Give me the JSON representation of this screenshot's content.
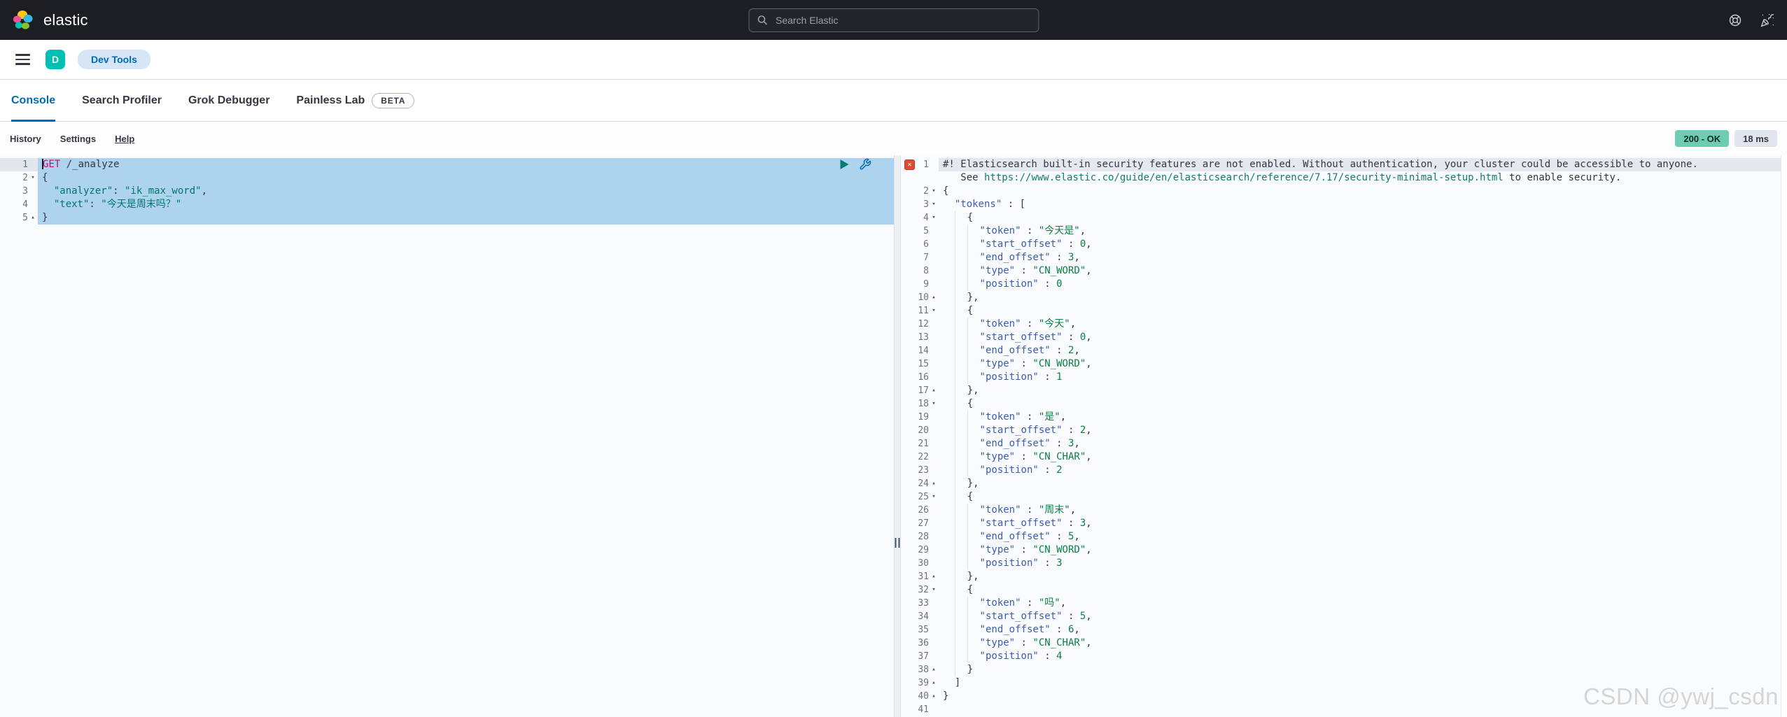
{
  "topbar": {
    "brand": "elastic",
    "search_placeholder": "Search Elastic"
  },
  "breadcrumbs": {
    "space_initial": "D",
    "items": [
      "Dev Tools"
    ]
  },
  "tabs": [
    {
      "label": "Console",
      "active": true
    },
    {
      "label": "Search Profiler",
      "active": false
    },
    {
      "label": "Grok Debugger",
      "active": false
    },
    {
      "label": "Painless Lab",
      "active": false,
      "badge": "BETA"
    }
  ],
  "console_menu": [
    "History",
    "Settings",
    "Help"
  ],
  "status": {
    "code": "200 - OK",
    "time": "18 ms"
  },
  "colors": {
    "accent": "#006bb4",
    "success_badge": "#6dccb1",
    "request_marker": "#aed3ee",
    "method": "#c80a68",
    "json_key": "#3a5dae",
    "json_string": "#0b8043",
    "space_avatar": "#00bfb3"
  },
  "request_editor": {
    "lines": [
      {
        "n": 1,
        "ga": true,
        "hl": true,
        "cur": true,
        "s": [
          [
            "m",
            "GET"
          ],
          [
            "p",
            " /_analyze"
          ]
        ]
      },
      {
        "n": 2,
        "f": "d",
        "hl": true,
        "s": [
          [
            "p",
            "{"
          ]
        ]
      },
      {
        "n": 3,
        "hl": true,
        "i": 2,
        "s": [
          [
            "s",
            "\"analyzer\""
          ],
          [
            "p",
            ": "
          ],
          [
            "s",
            "\"ik_max_word\""
          ],
          [
            "p",
            ","
          ]
        ]
      },
      {
        "n": 4,
        "hl": true,
        "i": 2,
        "s": [
          [
            "s",
            "\"text\""
          ],
          [
            "p",
            ": "
          ],
          [
            "s",
            "\"今天是周末吗？\""
          ]
        ]
      },
      {
        "n": 5,
        "f": "u",
        "hl": true,
        "s": [
          [
            "p",
            "}"
          ]
        ]
      }
    ]
  },
  "response_editor": {
    "lines": [
      {
        "n": 1,
        "hl2": true,
        "err": true,
        "s": [
          [
            "w",
            "#! Elasticsearch built-in security features are not enabled. Without authentication, your cluster could be accessible to anyone."
          ]
        ]
      },
      {
        "s": [
          [
            "w",
            "   See "
          ],
          [
            "u",
            "https://www.elastic.co/guide/en/elasticsearch/reference/7.17/security-minimal-setup.html"
          ],
          [
            "w",
            " to enable security."
          ]
        ]
      },
      {
        "n": 2,
        "f": "d",
        "s": [
          [
            "p",
            "{"
          ]
        ]
      },
      {
        "n": 3,
        "f": "d",
        "i": 2,
        "s": [
          [
            "k",
            "\"tokens\""
          ],
          [
            "p",
            " : ["
          ]
        ]
      },
      {
        "n": 4,
        "f": "d",
        "i": 4,
        "s": [
          [
            "p",
            "{"
          ]
        ]
      },
      {
        "n": 5,
        "i": 6,
        "s": [
          [
            "k",
            "\"token\""
          ],
          [
            "p",
            " : "
          ],
          [
            "v",
            "\"今天是\""
          ],
          [
            "p",
            ","
          ]
        ]
      },
      {
        "n": 6,
        "i": 6,
        "s": [
          [
            "k",
            "\"start_offset\""
          ],
          [
            "p",
            " : "
          ],
          [
            "d",
            "0"
          ],
          [
            "p",
            ","
          ]
        ]
      },
      {
        "n": 7,
        "i": 6,
        "s": [
          [
            "k",
            "\"end_offset\""
          ],
          [
            "p",
            " : "
          ],
          [
            "d",
            "3"
          ],
          [
            "p",
            ","
          ]
        ]
      },
      {
        "n": 8,
        "i": 6,
        "s": [
          [
            "k",
            "\"type\""
          ],
          [
            "p",
            " : "
          ],
          [
            "v",
            "\"CN_WORD\""
          ],
          [
            "p",
            ","
          ]
        ]
      },
      {
        "n": 9,
        "i": 6,
        "s": [
          [
            "k",
            "\"position\""
          ],
          [
            "p",
            " : "
          ],
          [
            "d",
            "0"
          ]
        ]
      },
      {
        "n": 10,
        "f": "u",
        "i": 4,
        "s": [
          [
            "p",
            "},"
          ]
        ]
      },
      {
        "n": 11,
        "f": "d",
        "i": 4,
        "s": [
          [
            "p",
            "{"
          ]
        ]
      },
      {
        "n": 12,
        "i": 6,
        "s": [
          [
            "k",
            "\"token\""
          ],
          [
            "p",
            " : "
          ],
          [
            "v",
            "\"今天\""
          ],
          [
            "p",
            ","
          ]
        ]
      },
      {
        "n": 13,
        "i": 6,
        "s": [
          [
            "k",
            "\"start_offset\""
          ],
          [
            "p",
            " : "
          ],
          [
            "d",
            "0"
          ],
          [
            "p",
            ","
          ]
        ]
      },
      {
        "n": 14,
        "i": 6,
        "s": [
          [
            "k",
            "\"end_offset\""
          ],
          [
            "p",
            " : "
          ],
          [
            "d",
            "2"
          ],
          [
            "p",
            ","
          ]
        ]
      },
      {
        "n": 15,
        "i": 6,
        "s": [
          [
            "k",
            "\"type\""
          ],
          [
            "p",
            " : "
          ],
          [
            "v",
            "\"CN_WORD\""
          ],
          [
            "p",
            ","
          ]
        ]
      },
      {
        "n": 16,
        "i": 6,
        "s": [
          [
            "k",
            "\"position\""
          ],
          [
            "p",
            " : "
          ],
          [
            "d",
            "1"
          ]
        ]
      },
      {
        "n": 17,
        "f": "u",
        "i": 4,
        "s": [
          [
            "p",
            "},"
          ]
        ]
      },
      {
        "n": 18,
        "f": "d",
        "i": 4,
        "s": [
          [
            "p",
            "{"
          ]
        ]
      },
      {
        "n": 19,
        "i": 6,
        "s": [
          [
            "k",
            "\"token\""
          ],
          [
            "p",
            " : "
          ],
          [
            "v",
            "\"是\""
          ],
          [
            "p",
            ","
          ]
        ]
      },
      {
        "n": 20,
        "i": 6,
        "s": [
          [
            "k",
            "\"start_offset\""
          ],
          [
            "p",
            " : "
          ],
          [
            "d",
            "2"
          ],
          [
            "p",
            ","
          ]
        ]
      },
      {
        "n": 21,
        "i": 6,
        "s": [
          [
            "k",
            "\"end_offset\""
          ],
          [
            "p",
            " : "
          ],
          [
            "d",
            "3"
          ],
          [
            "p",
            ","
          ]
        ]
      },
      {
        "n": 22,
        "i": 6,
        "s": [
          [
            "k",
            "\"type\""
          ],
          [
            "p",
            " : "
          ],
          [
            "v",
            "\"CN_CHAR\""
          ],
          [
            "p",
            ","
          ]
        ]
      },
      {
        "n": 23,
        "i": 6,
        "s": [
          [
            "k",
            "\"position\""
          ],
          [
            "p",
            " : "
          ],
          [
            "d",
            "2"
          ]
        ]
      },
      {
        "n": 24,
        "f": "u",
        "i": 4,
        "s": [
          [
            "p",
            "},"
          ]
        ]
      },
      {
        "n": 25,
        "f": "d",
        "i": 4,
        "s": [
          [
            "p",
            "{"
          ]
        ]
      },
      {
        "n": 26,
        "i": 6,
        "s": [
          [
            "k",
            "\"token\""
          ],
          [
            "p",
            " : "
          ],
          [
            "v",
            "\"周末\""
          ],
          [
            "p",
            ","
          ]
        ]
      },
      {
        "n": 27,
        "i": 6,
        "s": [
          [
            "k",
            "\"start_offset\""
          ],
          [
            "p",
            " : "
          ],
          [
            "d",
            "3"
          ],
          [
            "p",
            ","
          ]
        ]
      },
      {
        "n": 28,
        "i": 6,
        "s": [
          [
            "k",
            "\"end_offset\""
          ],
          [
            "p",
            " : "
          ],
          [
            "d",
            "5"
          ],
          [
            "p",
            ","
          ]
        ]
      },
      {
        "n": 29,
        "i": 6,
        "s": [
          [
            "k",
            "\"type\""
          ],
          [
            "p",
            " : "
          ],
          [
            "v",
            "\"CN_WORD\""
          ],
          [
            "p",
            ","
          ]
        ]
      },
      {
        "n": 30,
        "i": 6,
        "s": [
          [
            "k",
            "\"position\""
          ],
          [
            "p",
            " : "
          ],
          [
            "d",
            "3"
          ]
        ]
      },
      {
        "n": 31,
        "f": "u",
        "i": 4,
        "s": [
          [
            "p",
            "},"
          ]
        ]
      },
      {
        "n": 32,
        "f": "d",
        "i": 4,
        "s": [
          [
            "p",
            "{"
          ]
        ]
      },
      {
        "n": 33,
        "i": 6,
        "s": [
          [
            "k",
            "\"token\""
          ],
          [
            "p",
            " : "
          ],
          [
            "v",
            "\"吗\""
          ],
          [
            "p",
            ","
          ]
        ]
      },
      {
        "n": 34,
        "i": 6,
        "s": [
          [
            "k",
            "\"start_offset\""
          ],
          [
            "p",
            " : "
          ],
          [
            "d",
            "5"
          ],
          [
            "p",
            ","
          ]
        ]
      },
      {
        "n": 35,
        "i": 6,
        "s": [
          [
            "k",
            "\"end_offset\""
          ],
          [
            "p",
            " : "
          ],
          [
            "d",
            "6"
          ],
          [
            "p",
            ","
          ]
        ]
      },
      {
        "n": 36,
        "i": 6,
        "s": [
          [
            "k",
            "\"type\""
          ],
          [
            "p",
            " : "
          ],
          [
            "v",
            "\"CN_CHAR\""
          ],
          [
            "p",
            ","
          ]
        ]
      },
      {
        "n": 37,
        "i": 6,
        "s": [
          [
            "k",
            "\"position\""
          ],
          [
            "p",
            " : "
          ],
          [
            "d",
            "4"
          ]
        ]
      },
      {
        "n": 38,
        "f": "u",
        "i": 4,
        "s": [
          [
            "p",
            "}"
          ]
        ]
      },
      {
        "n": 39,
        "f": "u",
        "i": 2,
        "s": [
          [
            "p",
            "]"
          ]
        ]
      },
      {
        "n": 40,
        "f": "u",
        "s": [
          [
            "p",
            "}"
          ]
        ]
      },
      {
        "n": 41,
        "s": []
      }
    ]
  },
  "watermark": "CSDN @ywj_csdn"
}
